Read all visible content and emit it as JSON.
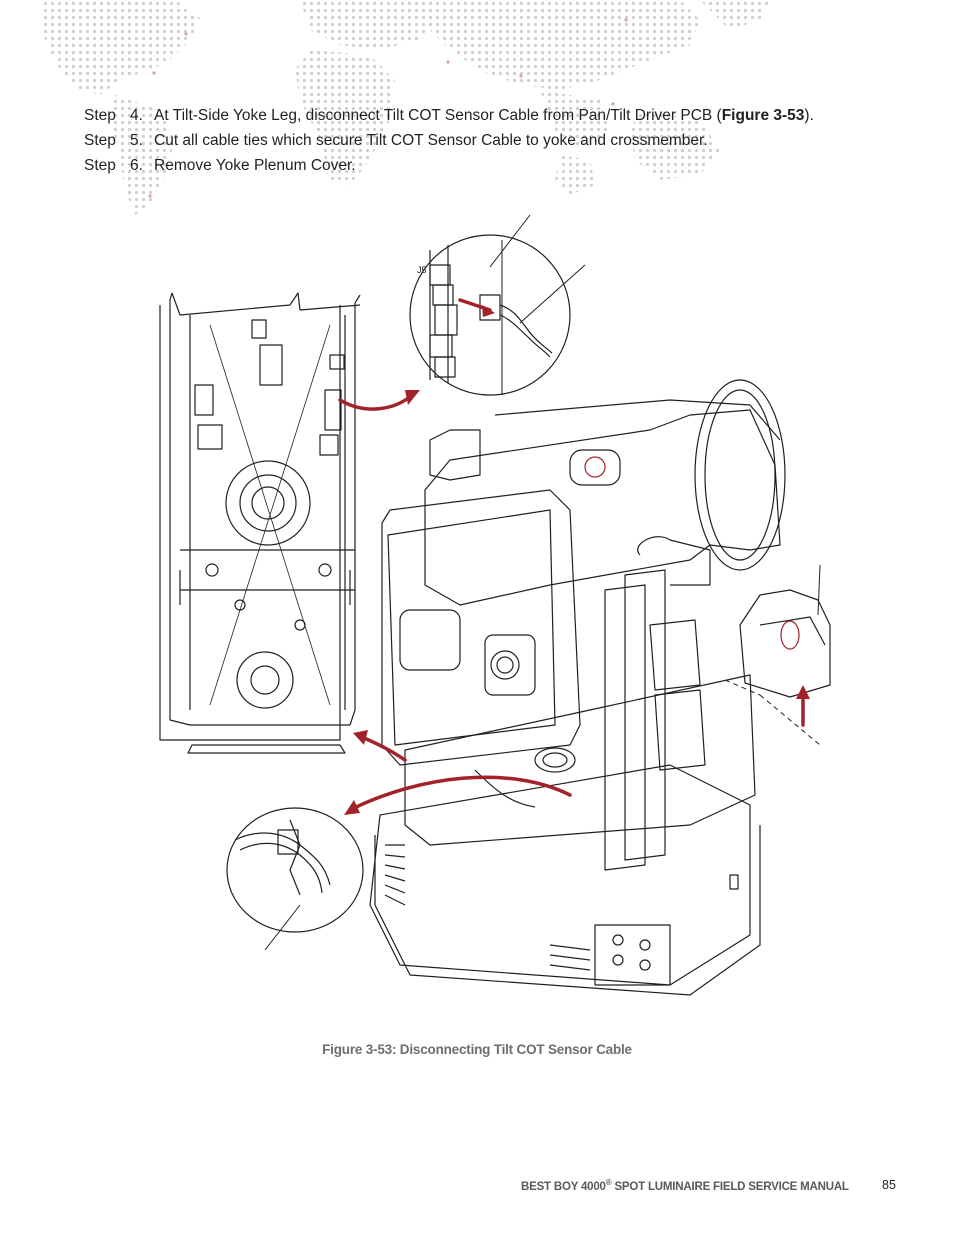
{
  "instructions": {
    "steps": [
      {
        "word": "Step",
        "number": "4.",
        "text_before": "At Tilt-Side Yoke Leg, disconnect Tilt COT Sensor Cable from Pan/Tilt Driver PCB (",
        "link": "Figure 3-53",
        "text_after": ")."
      },
      {
        "word": "Step",
        "number": "5.",
        "text_before": "Cut all cable ties which secure Tilt COT Sensor Cable to yoke and crossmember.",
        "link": "",
        "text_after": ""
      },
      {
        "word": "Step",
        "number": "6.",
        "text_before": "Remove Yoke Plenum Cover.",
        "link": "",
        "text_after": ""
      }
    ]
  },
  "figure": {
    "connector_label": "J5",
    "caption": "Figure 3-53:  Disconnecting Tilt COT Sensor Cable",
    "colors": {
      "arrow": "#a3222a",
      "line": "#231f20",
      "map_dot": "#c9c9cb"
    }
  },
  "footer": {
    "title_main": "BEST BOY 4000",
    "title_mark": "®",
    "title_rest": " SPOT LUMINAIRE FIELD SERVICE MANUAL",
    "page_number": "85"
  }
}
